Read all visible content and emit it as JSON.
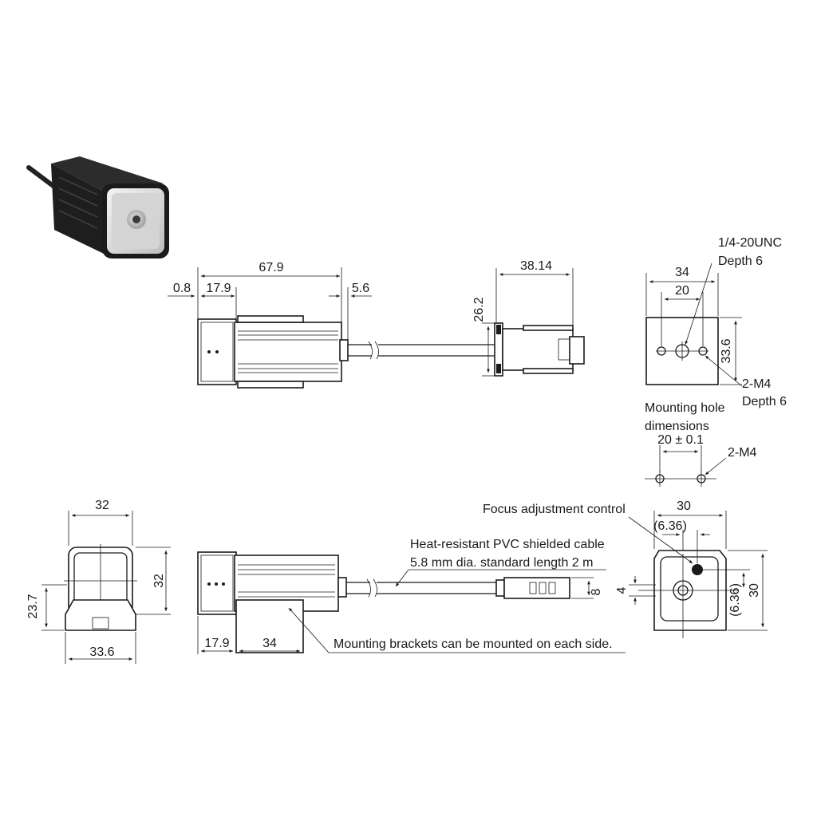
{
  "top_view": {
    "dim_total": "67.9",
    "dim_front_gap": "0.8",
    "dim_front": "17.9",
    "dim_rear": "5.6"
  },
  "connector_view": {
    "dim_length": "38.14",
    "dim_height": "26.2"
  },
  "mount_face": {
    "dim_width": "34",
    "dim_spacing": "20",
    "dim_height": "33.6",
    "thread_label_line1": "1/4-20UNC",
    "thread_label_line2": "Depth 6",
    "m4_label_line1": "2-M4",
    "m4_label_line2": "Depth 6"
  },
  "mounting_holes": {
    "title_line1": "Mounting hole",
    "title_line2": "dimensions",
    "dim_spacing": "20 ± 0.1",
    "label": "2-M4"
  },
  "front_view": {
    "dim_width_top": "32",
    "dim_height": "32",
    "dim_bracket_height": "23.7",
    "dim_width_bottom": "33.6"
  },
  "side_view": {
    "dim_front": "17.9",
    "dim_bracket": "34",
    "cable_label_line1": "Heat-resistant PVC shielded cable",
    "cable_label_line2": "5.8 mm dia. standard length 2 m",
    "bracket_note": "Mounting brackets can be mounted on each side.",
    "dim_connector": "8"
  },
  "rear_view": {
    "focus_label": "Focus adjustment control",
    "dim_width": "30",
    "dim_offset_h": "(6.36)",
    "dim_offset_v": "(6.36)",
    "dim_height": "30",
    "dim_small": "4"
  }
}
